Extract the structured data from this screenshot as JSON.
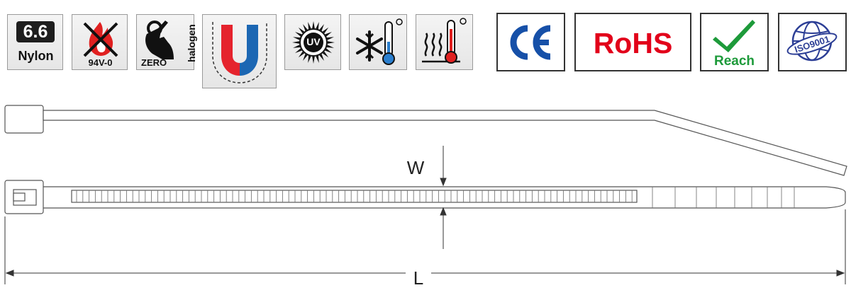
{
  "badges": {
    "nylon": {
      "value": "6.6",
      "material": "Nylon"
    },
    "flame": {
      "rating": "94V-0",
      "icon": "flame-icon"
    },
    "halogen": {
      "zero": "ZERO",
      "word": "halogen",
      "icon": "hand-ok-icon"
    },
    "magnet": {
      "letter": "U",
      "icon": "magnet-icon"
    },
    "uv": {
      "text": "UV",
      "icon": "sun-icon"
    },
    "cold": {
      "icon": "snowflake-thermometer-icon"
    },
    "heat": {
      "icon": "heat-thermometer-icon"
    }
  },
  "certifications": {
    "ce": {
      "text": "CE"
    },
    "rohs": {
      "text": "RoHS"
    },
    "reach": {
      "text": "Reach",
      "icon": "checkmark-icon"
    },
    "iso": {
      "text": "ISO9001",
      "icon": "globe-icon"
    }
  },
  "dimensions": {
    "width_label": "W",
    "length_label": "L"
  },
  "colors": {
    "flame_red": "#e02020",
    "magnet_red": "#e5232d",
    "magnet_blue": "#1c67b3",
    "ce_blue": "#1650a8",
    "rohs_red": "#e2001a",
    "reach_green": "#1d9a3a",
    "iso_blue": "#2d3f96"
  }
}
